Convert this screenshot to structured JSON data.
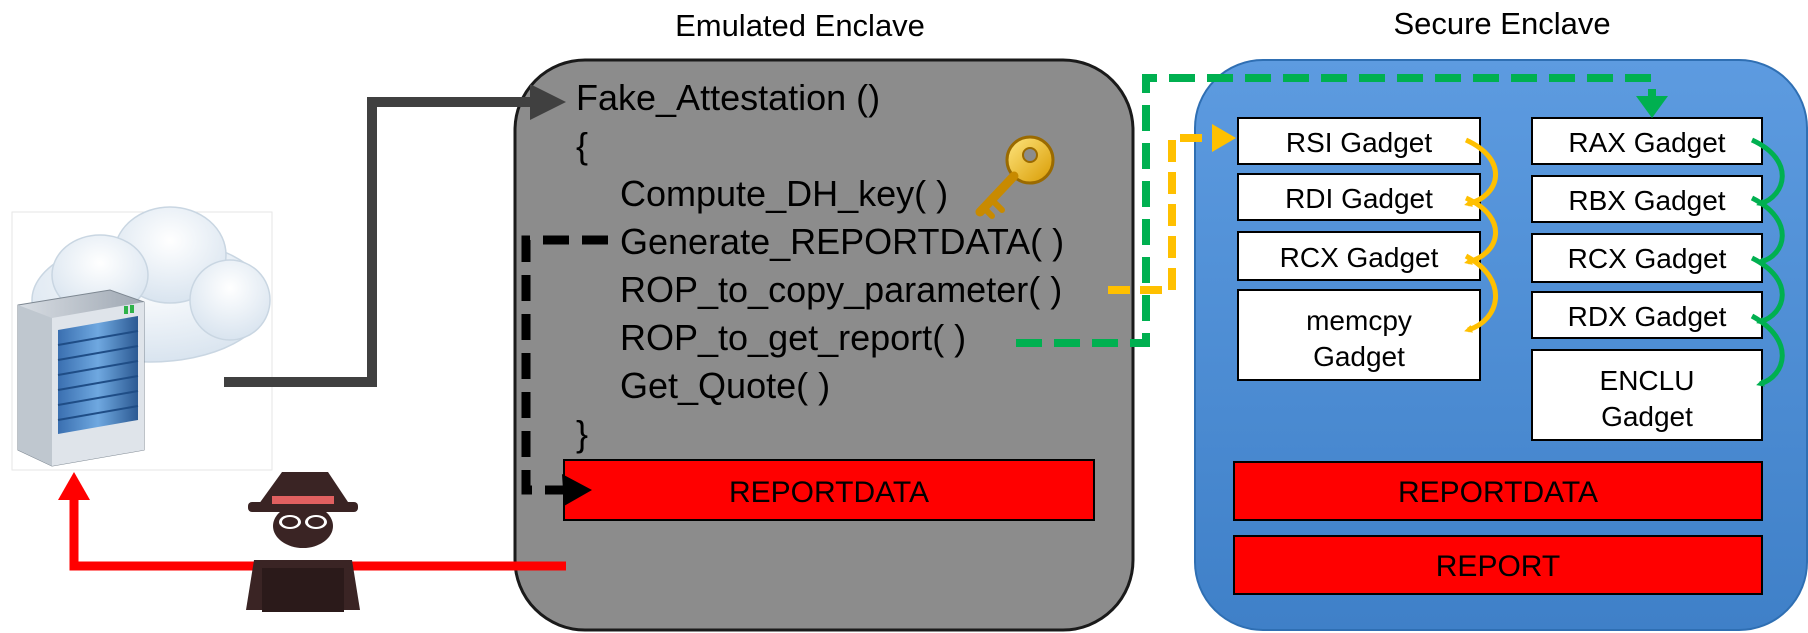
{
  "titles": {
    "emulated": "Emulated Enclave",
    "secure": "Secure Enclave"
  },
  "code": {
    "function_name": "Fake_Attestation ()",
    "open_brace": "{",
    "lines": [
      "Compute_DH_key( )",
      "Generate_REPORTDATA( )",
      "ROP_to_copy_parameter( )",
      "ROP_to_get_report( )",
      "Get_Quote( )"
    ],
    "close_brace": "}"
  },
  "emulated_reportdata": "REPORTDATA",
  "gadgets_left": [
    {
      "line1": "RSI Gadget"
    },
    {
      "line1": "RDI Gadget"
    },
    {
      "line1": "RCX Gadget"
    },
    {
      "line1": "memcpy",
      "line2": "Gadget"
    }
  ],
  "gadgets_right": [
    {
      "line1": "RAX Gadget"
    },
    {
      "line1": "RBX Gadget"
    },
    {
      "line1": "RCX Gadget"
    },
    {
      "line1": "RDX Gadget"
    },
    {
      "line1": "ENCLU",
      "line2": "Gadget"
    }
  ],
  "secure_reportdata": "REPORTDATA",
  "secure_report": "REPORT",
  "colors": {
    "emulated_fill": "#8c8c8c",
    "secure_fill": "#4f90d6",
    "red": "#ff0000",
    "yellow": "#ffc000",
    "green": "#00b050",
    "dark": "#404040",
    "black": "#000000"
  },
  "icons": [
    "server-cloud-icon",
    "hacker-icon",
    "key-icon"
  ]
}
